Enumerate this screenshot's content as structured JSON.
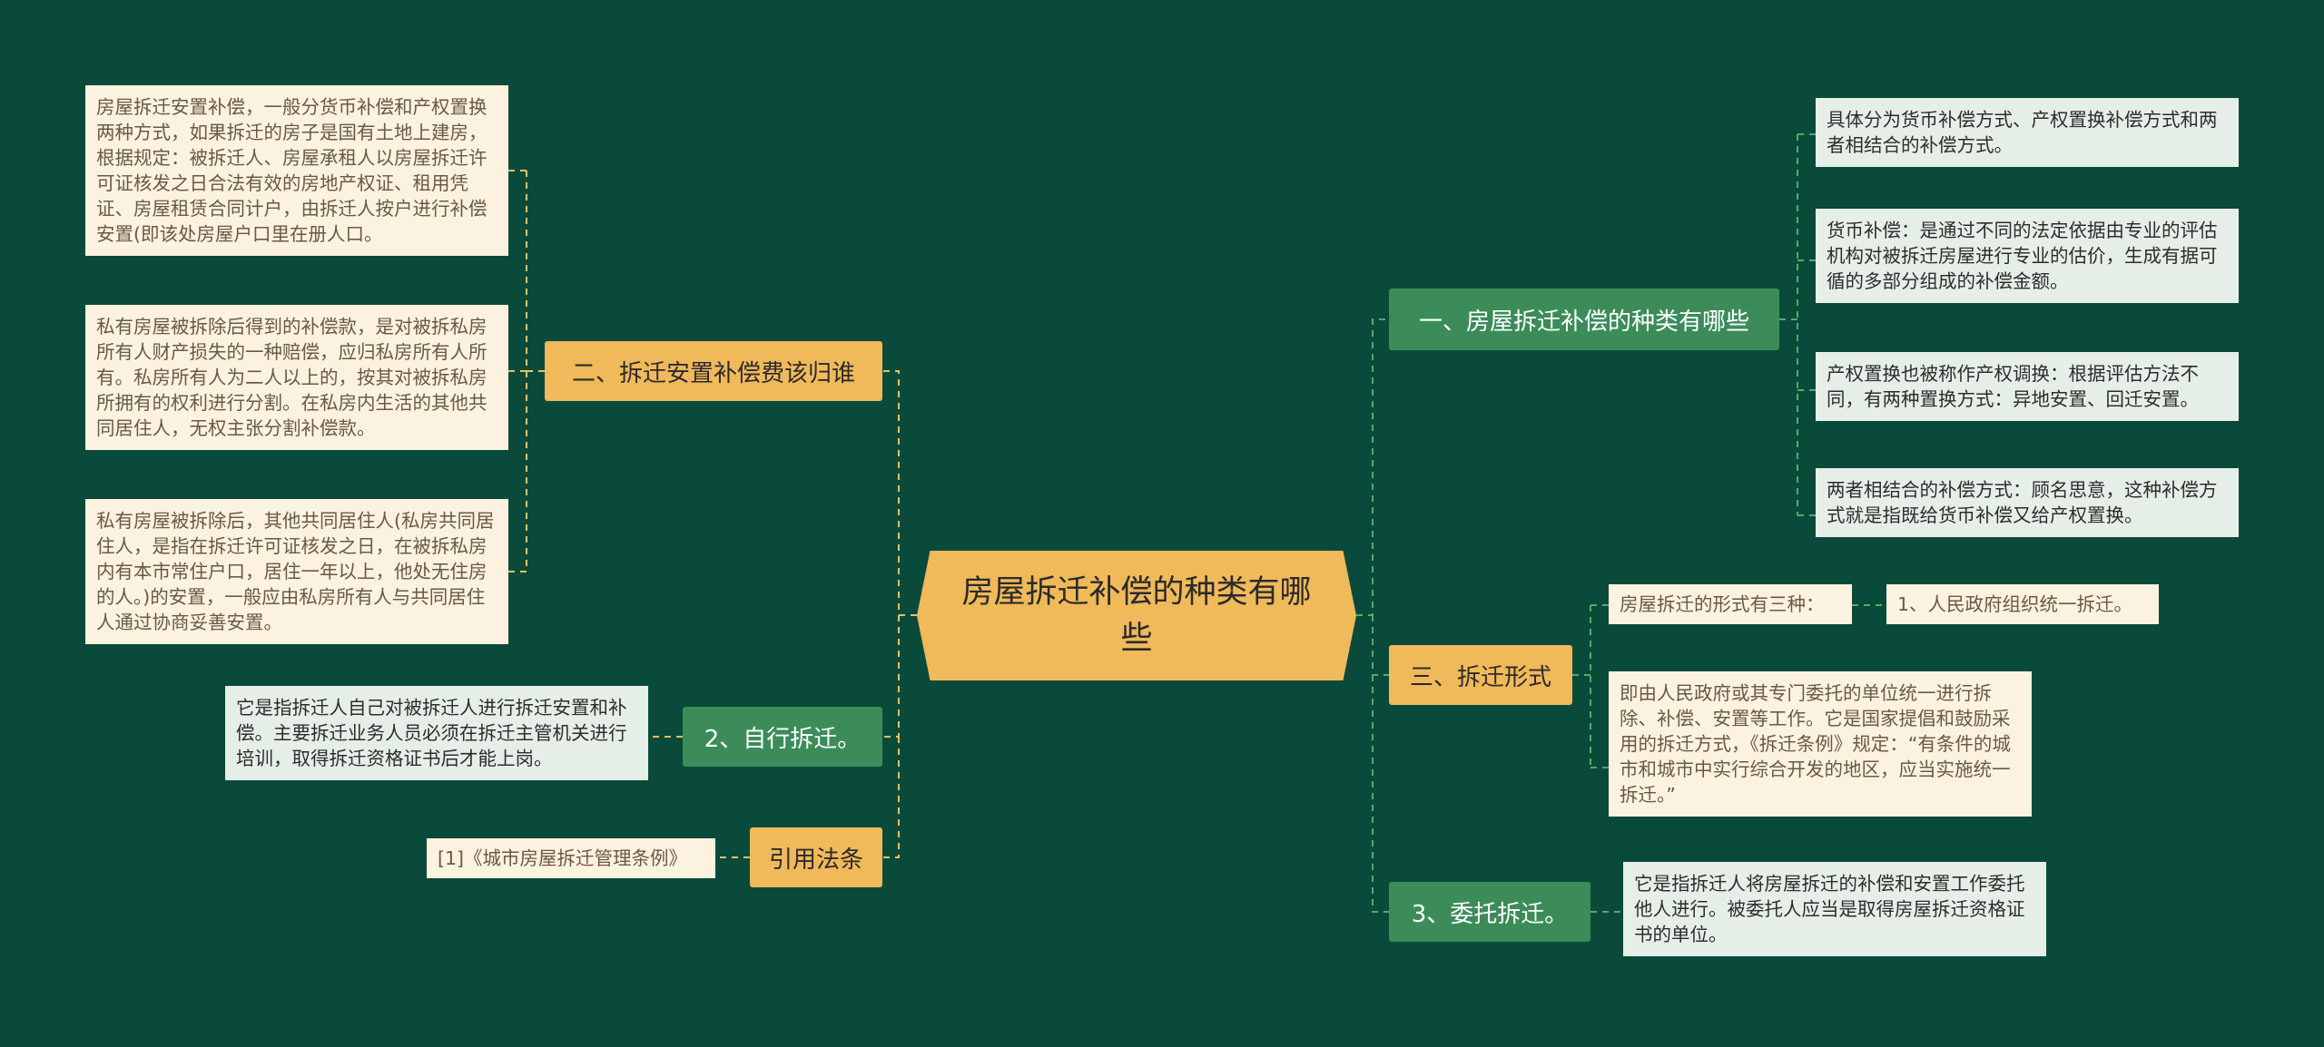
{
  "root": {
    "label": "房屋拆迁补偿的种类有哪些"
  },
  "right": {
    "types": {
      "label": "一、房屋拆迁补偿的种类有哪些",
      "children": [
        "具体分为货币补偿方式、产权置换补偿方式和两者相结合的补偿方式。",
        "货币补偿：是通过不同的法定依据由专业的评估机构对被拆迁房屋进行专业的估价，生成有据可循的多部分组成的补偿金额。",
        "产权置换也被称作产权调换：根据评估方法不同，有两种置换方式：异地安置、回迁安置。",
        "两者相结合的补偿方式：顾名思意，这种补偿方式就是指既给货币补偿又给产权置换。"
      ]
    },
    "forms": {
      "label": "三、拆迁形式",
      "intro": "房屋拆迁的形式有三种：",
      "item1": "1、人民政府组织统一拆迁。",
      "detail": "即由人民政府或其专门委托的单位统一进行拆除、补偿、安置等工作。它是国家提倡和鼓励采用的拆迁方式，《拆迁条例》规定：“有条件的城市和城市中实行综合开发的地区，应当实施统一拆迁。”"
    },
    "entrusted": {
      "label": "3、委托拆迁。",
      "detail": "它是指拆迁人将房屋拆迁的补偿和安置工作委托他人进行。被委托人应当是取得房屋拆迁资格证书的单位。"
    }
  },
  "left": {
    "ownership": {
      "label": "二、拆迁安置补偿费该归谁",
      "children": [
        "房屋拆迁安置补偿，一般分货币补偿和产权置换两种方式，如果拆迁的房子是国有土地上建房，根据规定：被拆迁人、房屋承租人以房屋拆迁许可证核发之日合法有效的房地产权证、租用凭证、房屋租赁合同计户，由拆迁人按户进行补偿安置(即该处房屋户口里在册人口。",
        "私有房屋被拆除后得到的补偿款，是对被拆私房所有人财产损失的一种赔偿，应归私房所有人所有。私房所有人为二人以上的，按其对被拆私房所拥有的权利进行分割。在私房内生活的其他共同居住人，无权主张分割补偿款。",
        "私有房屋被拆除后，其他共同居住人(私房共同居住人，是指在拆迁许可证核发之日，在被拆私房内有本市常住户口，居住一年以上，他处无住房的人。)的安置，一般应由私房所有人与共同居住人通过协商妥善安置。"
      ]
    },
    "self": {
      "label": "2、自行拆迁。",
      "detail": "它是指拆迁人自己对被拆迁人进行拆迁安置和补偿。主要拆迁业务人员必须在拆迁主管机关进行培训，取得拆迁资格证书后才能上岗。"
    },
    "law": {
      "label": "引用法条",
      "detail": "[1]《城市房屋拆迁管理条例》"
    }
  },
  "colors": {
    "background": "#0a4a3a",
    "root_fill": "#f0b95a",
    "green_branch": "#3c8c5a",
    "yellow_branch": "#f0b95a",
    "cream_leaf": "#fcf2e0",
    "mint_leaf": "#e6efe7",
    "green_connector": "#4caf6a",
    "yellow_connector": "#e8c060"
  }
}
